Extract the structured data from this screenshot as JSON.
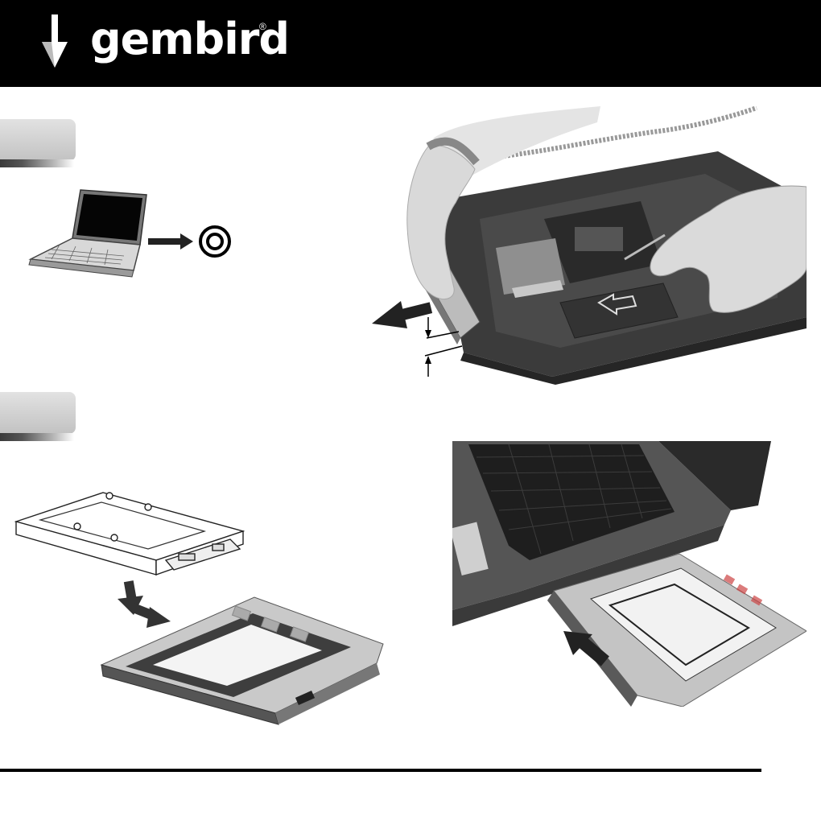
{
  "brand": {
    "name": "gembird",
    "registered": "®",
    "logo_icon": "gembird-arrow-logo",
    "header_color": "#000000"
  },
  "steps": [
    {
      "label": "",
      "figures": [
        "laptop-power-off-illustration",
        "remove-optical-drive-photo"
      ]
    },
    {
      "label": "",
      "figures": [
        "hdd-into-caddy-illustration",
        "insert-caddy-photo"
      ]
    }
  ],
  "icons": [
    "power-off-symbol-icon",
    "right-arrow-icon",
    "left-arrow-icon",
    "up-arrow-icon",
    "down-arrow-icon"
  ]
}
